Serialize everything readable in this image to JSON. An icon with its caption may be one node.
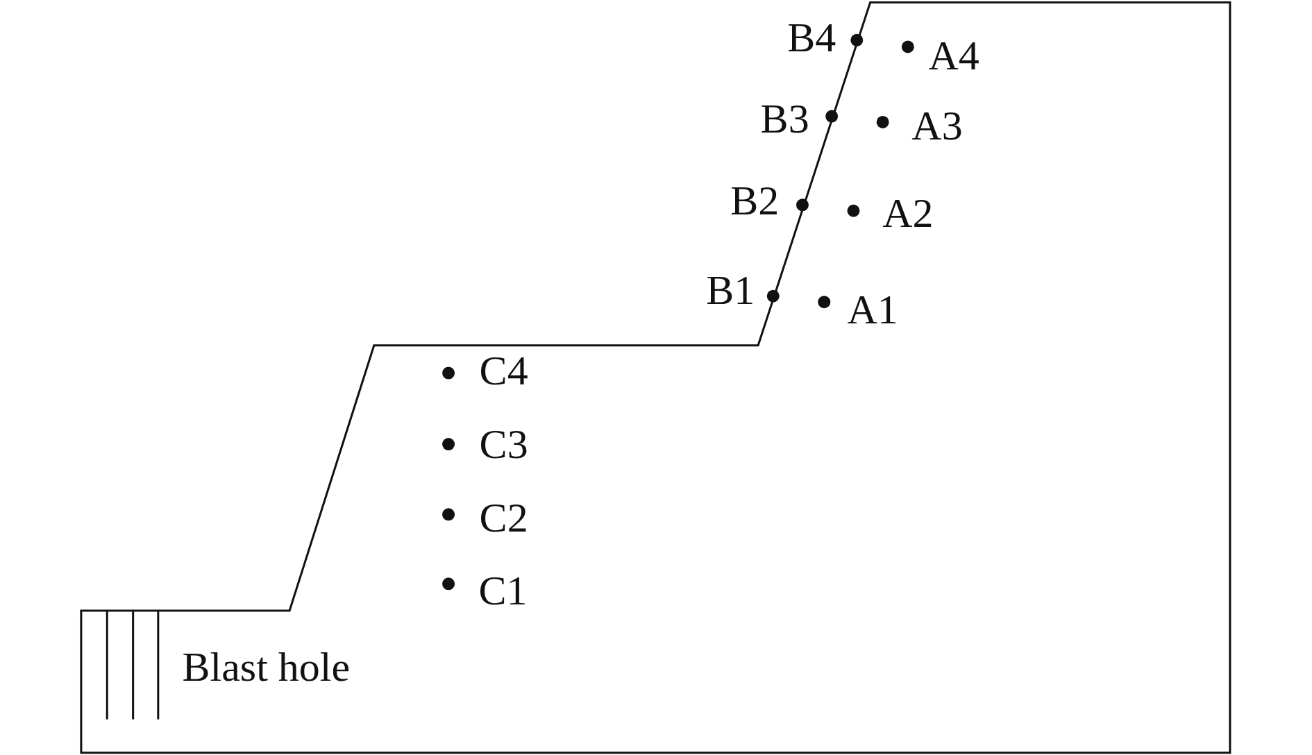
{
  "diagram": {
    "labels": [
      "B4",
      "A4",
      "B3",
      "A3",
      "B2",
      "A2",
      "B1",
      "A1",
      "C4",
      "C3",
      "C2",
      "C1",
      "Blast hole"
    ]
  }
}
